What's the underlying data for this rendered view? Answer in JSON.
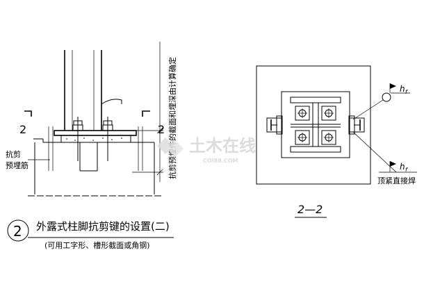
{
  "drawing": {
    "section_mark": "2",
    "shear_key_label": [
      "抗剪",
      "预埋筋"
    ],
    "vertical_note": "抗剪预埋件的截面和埋深由计算确定",
    "detail_number": "2",
    "detail_title": "外露式柱脚抗剪键的设置(二)",
    "detail_subtitle": "(可用工字形、槽形截面或角钢)",
    "section_title": "2—2",
    "weld_symbol": "h",
    "weld_subscript": "f",
    "weld_note": "顶紧直接焊"
  },
  "watermark": {
    "text": "土木在线",
    "sub": "COI88.COM"
  }
}
